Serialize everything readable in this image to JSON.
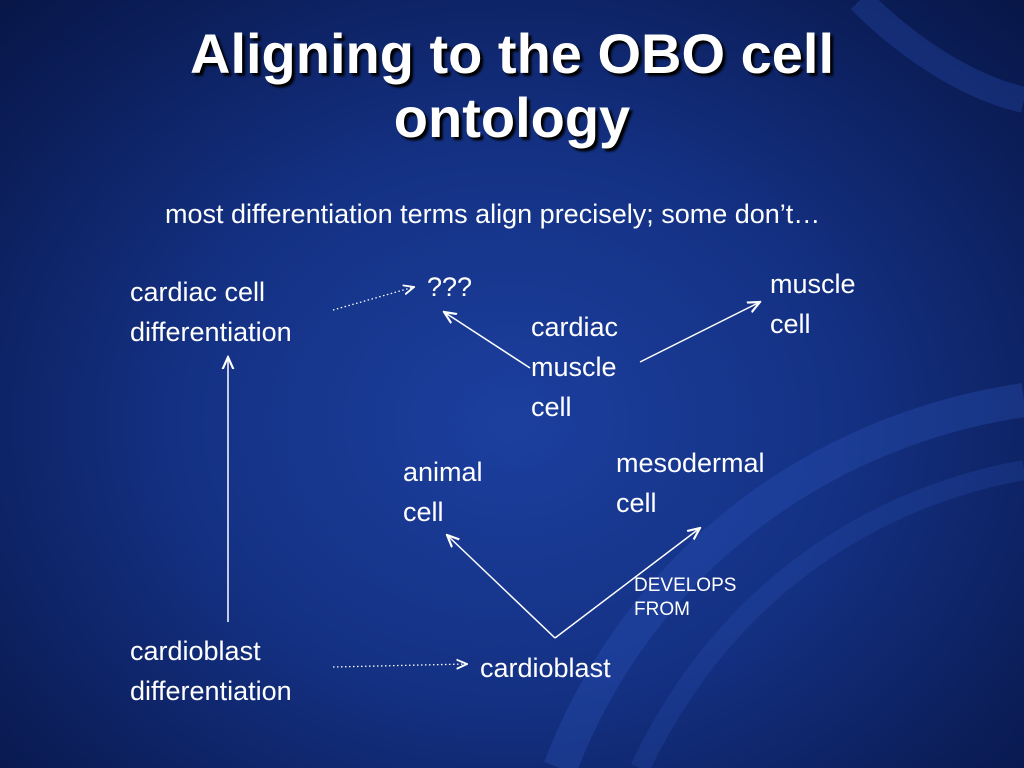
{
  "slide": {
    "title_line1": "Aligning to the OBO cell",
    "title_line2": "ontology",
    "subtitle": "most differentiation terms align precisely; some don’t…"
  },
  "nodes": {
    "cardiac_cell_differentiation": [
      "cardiac cell",
      "differentiation"
    ],
    "unknown": [
      "???"
    ],
    "muscle_cell": [
      "muscle",
      "cell"
    ],
    "cardiac_muscle_cell": [
      "cardiac",
      "muscle",
      "cell"
    ],
    "animal_cell": [
      "animal",
      "cell"
    ],
    "mesodermal_cell": [
      "mesodermal",
      "cell"
    ],
    "cardioblast_differentiation": [
      "cardioblast",
      "differentiation"
    ],
    "cardioblast": [
      "cardioblast"
    ]
  },
  "edge_labels": {
    "develops_from": [
      "DEVELOPS",
      "FROM"
    ]
  }
}
